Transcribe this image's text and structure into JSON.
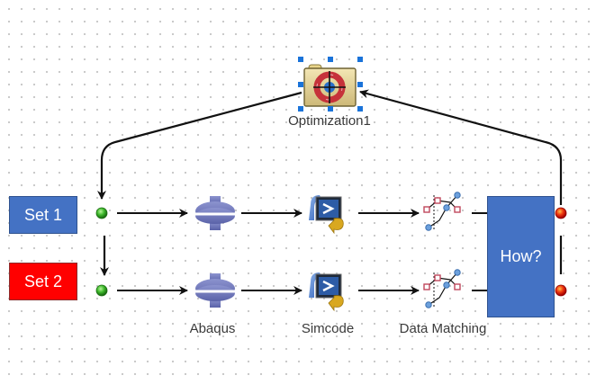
{
  "diagram": {
    "optimizer": {
      "label": "Optimization1",
      "icon": "optimization-lifebuoy-folder-icon",
      "selected": true
    },
    "sets": [
      {
        "label": "Set 1",
        "color": "#4472c4"
      },
      {
        "label": "Set 2",
        "color": "#ff0000"
      }
    ],
    "components": [
      {
        "label": "Abaqus",
        "icon": "abaqus-solver-icon"
      },
      {
        "label": "Simcode",
        "icon": "simcode-script-icon"
      },
      {
        "label": "Data Matching",
        "icon": "data-matching-icon"
      }
    ],
    "merge_box": {
      "label": "How?",
      "color": "#4472c4"
    },
    "colors": {
      "input_port": "#3cb72a",
      "output_port": "#e8160c",
      "connector": "#111111",
      "selection_handle": "#1a73d9"
    }
  }
}
